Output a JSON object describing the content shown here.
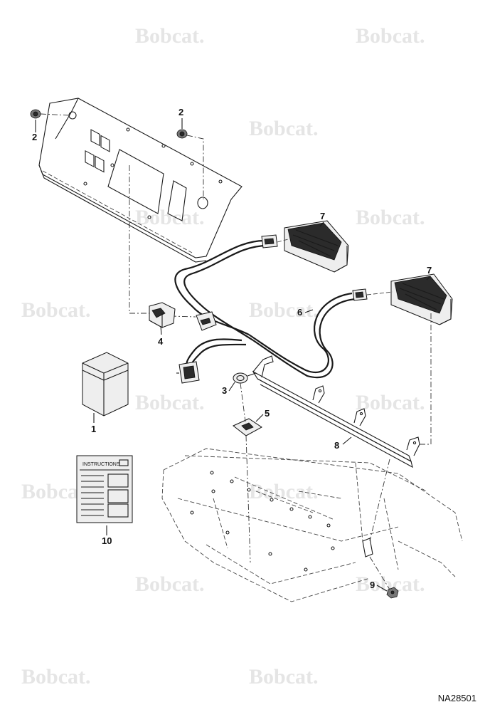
{
  "watermark": "Bobcat.",
  "document_id": "NA28501",
  "instructions_label": "INSTRUCTIONS",
  "callouts": {
    "c1": "1",
    "c2a": "2",
    "c2b": "2",
    "c3": "3",
    "c4": "4",
    "c5": "5",
    "c6": "6",
    "c7a": "7",
    "c7b": "7",
    "c8": "8",
    "c9": "9",
    "c10": "10"
  }
}
